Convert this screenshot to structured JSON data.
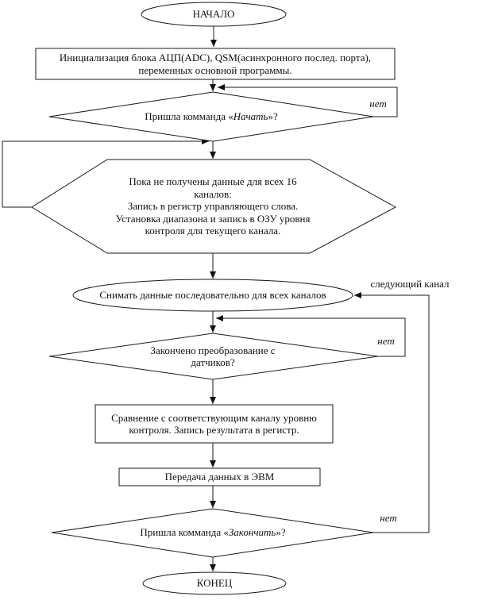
{
  "colors": {
    "stroke": "#1a1a1a",
    "background": "#ffffff",
    "text": "#111111"
  },
  "nodes": {
    "start": {
      "label": "НАЧАЛО"
    },
    "init": {
      "text": "Инициализация блока АЦП(ADC), QSM(асинхронного послед. порта),\nпеременных основной программы."
    },
    "decision_start": {
      "prefix": "Пришла комманда «",
      "command": "Начать",
      "suffix": "»?"
    },
    "loop_channels": {
      "text": "Пока не получены данные для всех 16\nканалов:\nЗапись в регистр управляющего слова.\nУстановка диапазона и запись в ОЗУ уровня\nконтроля для текущего канала."
    },
    "poll": {
      "label": "Снимать данные последовательно для всех каналов"
    },
    "decision_conversion": {
      "text": "Закончено преобразование с\nдатчиков?"
    },
    "compare": {
      "text": "Сравнение с соответствующим каналу уровню\nконтроля. Запись результата в регистр."
    },
    "transfer": {
      "label": "Передача данных в ЭВМ"
    },
    "decision_finish": {
      "prefix": "Пришла комманда «",
      "command": "Закончить",
      "suffix": "»?"
    },
    "end": {
      "label": "КОНЕЦ"
    }
  },
  "edge_labels": {
    "no_start": "нет",
    "no_conversion": "нет",
    "no_finish": "нет",
    "next_channel": "следующий канал"
  }
}
